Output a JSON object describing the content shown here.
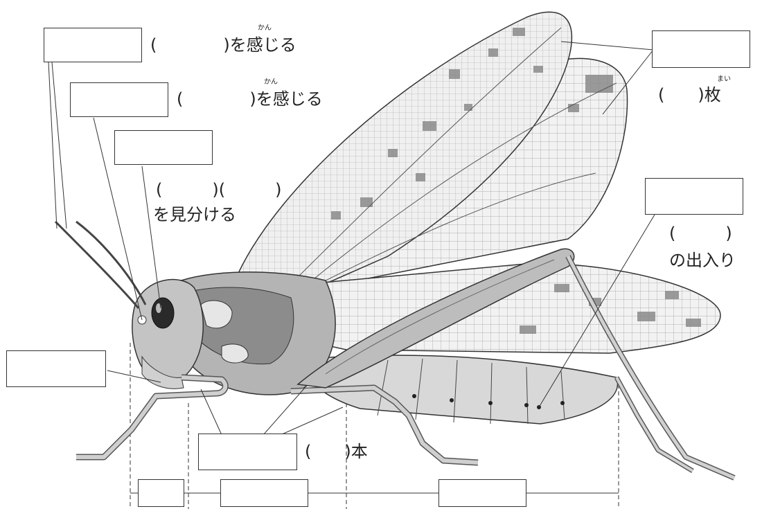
{
  "labels": {
    "antenna_text": "(　　　　)を感じる",
    "antenna_ruby": "かん",
    "sense2_text": "(　　　　)を感じる",
    "sense2_ruby": "かん",
    "eye_text_line1": "(　　　)(　　　)",
    "eye_text_line2": "を見分ける",
    "wing_text": "(　　)枚",
    "wing_ruby": "まい",
    "spiracle_line1": "(　　　)",
    "spiracle_line2": "の出入り",
    "legs_text": "(　　)本"
  },
  "answer_boxes": [
    {
      "id": "antenna",
      "answer": ""
    },
    {
      "id": "simple-eye",
      "answer": ""
    },
    {
      "id": "compound-eye",
      "answer": ""
    },
    {
      "id": "wings",
      "answer": ""
    },
    {
      "id": "spiracle",
      "answer": ""
    },
    {
      "id": "mouth",
      "answer": ""
    },
    {
      "id": "legs",
      "answer": ""
    },
    {
      "id": "head-section",
      "answer": ""
    },
    {
      "id": "thorax-section",
      "answer": ""
    },
    {
      "id": "abdomen-section",
      "answer": ""
    }
  ],
  "colors": {
    "line": "#333333",
    "wing_fill": "#ececec",
    "wing_spot": "#8a8a8a",
    "body_dark": "#8c8c8c",
    "body_mid": "#b4b4b4",
    "body_light": "#d6d6d6"
  }
}
